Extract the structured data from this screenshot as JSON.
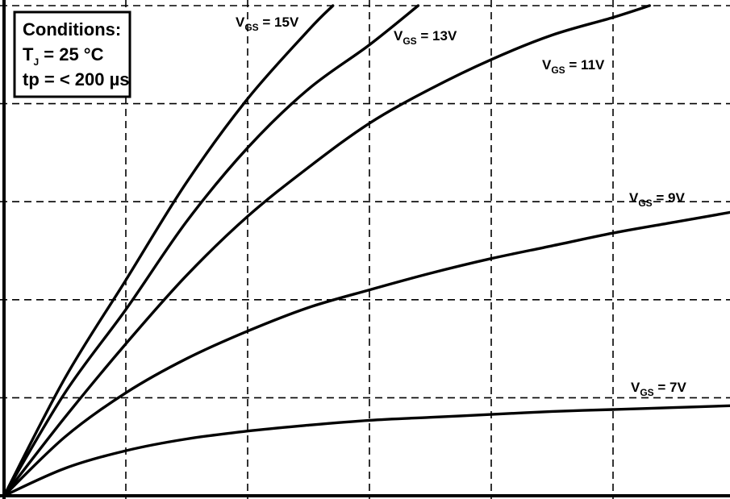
{
  "chart_data": {
    "type": "line",
    "title": "",
    "xlabel": "",
    "ylabel": "",
    "grid": true,
    "xlim": [
      0,
      6
    ],
    "ylim": [
      0,
      5
    ],
    "series": [
      {
        "name": "VGS = 15V",
        "x": [
          0,
          0.5,
          1,
          1.5,
          2,
          2.5,
          2.7
        ],
        "y": [
          0,
          1.2,
          2.2,
          3.2,
          4.05,
          4.75,
          5.0
        ]
      },
      {
        "name": "VGS = 13V",
        "x": [
          0,
          0.5,
          1,
          1.5,
          2,
          2.5,
          3.0,
          3.4
        ],
        "y": [
          0,
          1.05,
          1.9,
          2.8,
          3.55,
          4.15,
          4.6,
          5.0
        ]
      },
      {
        "name": "VGS = 11V",
        "x": [
          0,
          0.5,
          1,
          1.5,
          2,
          2.5,
          3,
          3.5,
          4,
          4.5,
          5,
          5.3
        ],
        "y": [
          0,
          0.8,
          1.55,
          2.25,
          2.85,
          3.35,
          3.8,
          4.15,
          4.45,
          4.7,
          4.88,
          5.0
        ]
      },
      {
        "name": "VGS = 9V",
        "x": [
          0,
          0.5,
          1,
          1.5,
          2,
          2.5,
          3,
          3.5,
          4,
          4.5,
          5,
          5.5,
          6
        ],
        "y": [
          0,
          0.6,
          1.05,
          1.4,
          1.68,
          1.92,
          2.1,
          2.27,
          2.42,
          2.55,
          2.68,
          2.79,
          2.9
        ]
      },
      {
        "name": "VGS = 7V",
        "x": [
          0,
          0.5,
          1,
          1.5,
          2,
          2.5,
          3,
          3.5,
          4,
          4.5,
          5,
          5.5,
          6
        ],
        "y": [
          0,
          0.28,
          0.46,
          0.58,
          0.66,
          0.72,
          0.77,
          0.8,
          0.83,
          0.86,
          0.88,
          0.9,
          0.92
        ]
      }
    ],
    "labels": [
      {
        "series": 0,
        "main": "V",
        "sub": "GS",
        "rest": " = 15V"
      },
      {
        "series": 1,
        "main": "V",
        "sub": "GS",
        "rest": " = 13V"
      },
      {
        "series": 2,
        "main": "V",
        "sub": "GS",
        "rest": " = 11V"
      },
      {
        "series": 3,
        "main": "V",
        "sub": "GS",
        "rest": " = 9V"
      },
      {
        "series": 4,
        "main": "V",
        "sub": "GS",
        "rest": " = 7V"
      }
    ]
  },
  "conditions": {
    "heading": "Conditions:",
    "temp_main": "T",
    "temp_sub": "J",
    "temp_rest": " = 25 °C",
    "pulse": "tp = < 200 µs"
  }
}
